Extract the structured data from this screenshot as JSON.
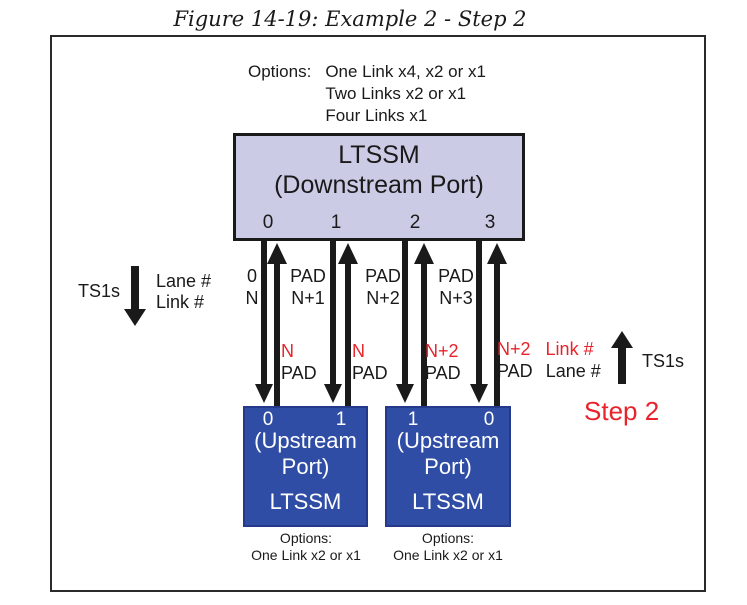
{
  "title": "Figure 14-19: Example 2 - Step 2",
  "top_options": {
    "label": "Options:",
    "lines": [
      "One Link x4, x2 or x1",
      "Two Links x2 or x1",
      "Four Links x1"
    ]
  },
  "downstream": {
    "name": "LTSSM",
    "subtitle": "(Downstream Port)",
    "lane_numbers": [
      "0",
      "1",
      "2",
      "3"
    ]
  },
  "left_annotation": {
    "ts1s": "TS1s",
    "lane_caption": "Lane #",
    "link_caption": "Link #"
  },
  "upper_labels": [
    {
      "lane": "0",
      "link": "N"
    },
    {
      "lane": "PAD",
      "link": "N+1"
    },
    {
      "lane": "PAD",
      "link": "N+2"
    },
    {
      "lane": "PAD",
      "link": "N+3"
    }
  ],
  "lower_labels": [
    {
      "link": "N",
      "lane": "PAD"
    },
    {
      "link": "N",
      "lane": "PAD"
    },
    {
      "link": "N+2",
      "lane": "PAD"
    },
    {
      "link": "N+2",
      "lane": "PAD"
    }
  ],
  "right_annotation": {
    "link_caption": "Link #",
    "lane_caption": "Lane #",
    "ts1s": "TS1s",
    "step": "Step 2"
  },
  "upstream_boxes": [
    {
      "lane_numbers": [
        "0",
        "1"
      ],
      "line1": "(Upstream",
      "line2": "Port)",
      "line3": "LTSSM",
      "options_label": "Options:",
      "options_line": "One Link x2 or x1"
    },
    {
      "lane_numbers": [
        "1",
        "0"
      ],
      "line1": "(Upstream",
      "line2": "Port)",
      "line3": "LTSSM",
      "options_label": "Options:",
      "options_line": "One Link x2 or x1"
    }
  ],
  "colors": {
    "downstream_fill": "#cbcbe6",
    "upstream_fill": "#2f4da5",
    "accent_red": "#e8232b",
    "line_black": "#1a1a1a"
  }
}
